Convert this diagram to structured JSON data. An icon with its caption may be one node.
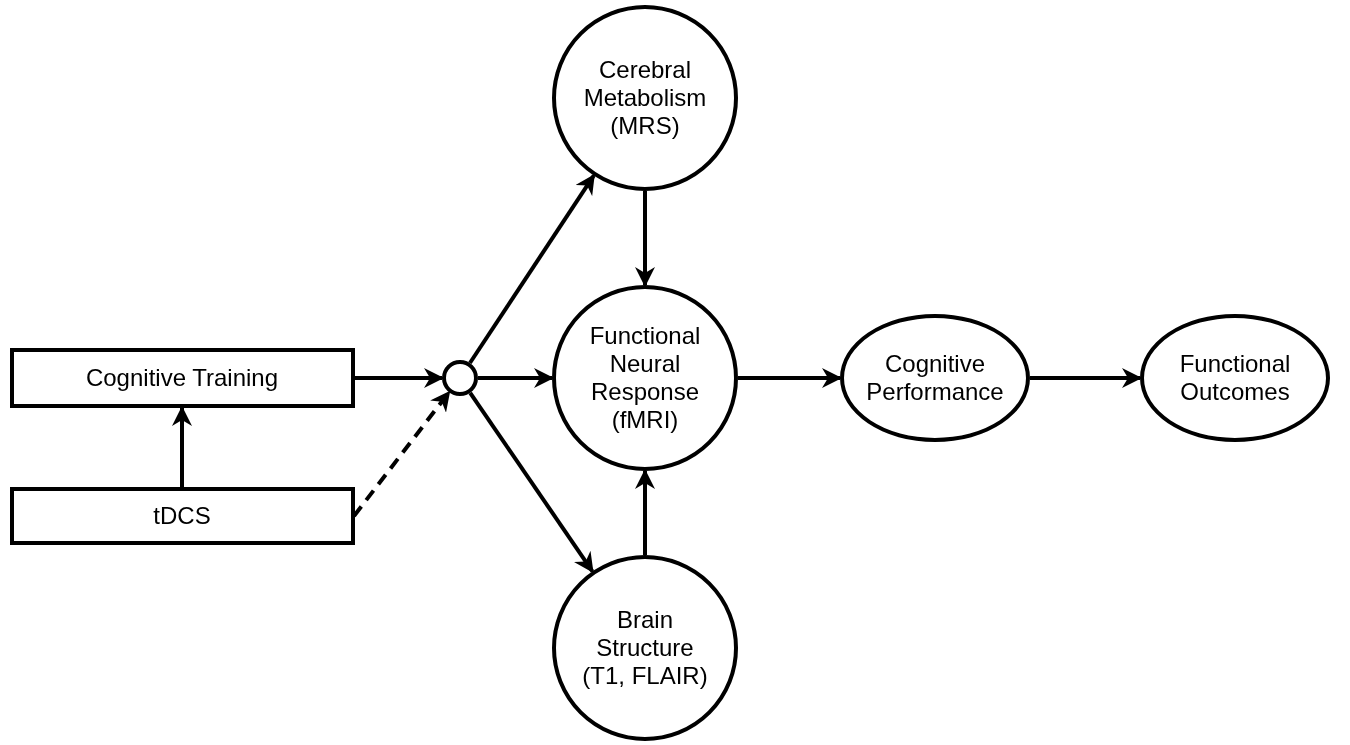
{
  "diagram": {
    "nodes": [
      {
        "text": [
          "Cognitive Training"
        ]
      },
      {
        "text": [
          "tDCS"
        ]
      },
      {
        "text": [],
        "shape": "circle"
      },
      {
        "text": [
          "Cerebral Metabolism (MRS)"
        ]
      },
      {
        "text": [
          "Functional Neural Response (fMRI)"
        ]
      },
      {
        "text": [
          "Brain Structure (T1, FLAIR)"
        ]
      },
      {
        "text": [
          "Cognitive Performance"
        ]
      },
      {
        "text": [
          "Functional Outcomes"
        ]
      }
    ],
    "edges": [
      {
        "from": 1,
        "to": 0,
        "arrow": "to"
      },
      {
        "from": 0,
        "to": 2,
        "arrow": "to"
      },
      {
        "from": 1,
        "to": 2,
        "arrow": "to",
        "style": "dashed"
      },
      {
        "from": 2,
        "to": 3,
        "arrow": "to"
      },
      {
        "from": 2,
        "to": 4,
        "arrow": "to"
      },
      {
        "from": 2,
        "to": 5,
        "arrow": "to"
      },
      {
        "from": 3,
        "to": 4,
        "arrow": "to"
      },
      {
        "from": 5,
        "to": 4,
        "arrow": "to"
      },
      {
        "from": 4,
        "to": 6,
        "arrow": "to"
      },
      {
        "from": 6,
        "to": 7,
        "arrow": "to"
      }
    ]
  }
}
